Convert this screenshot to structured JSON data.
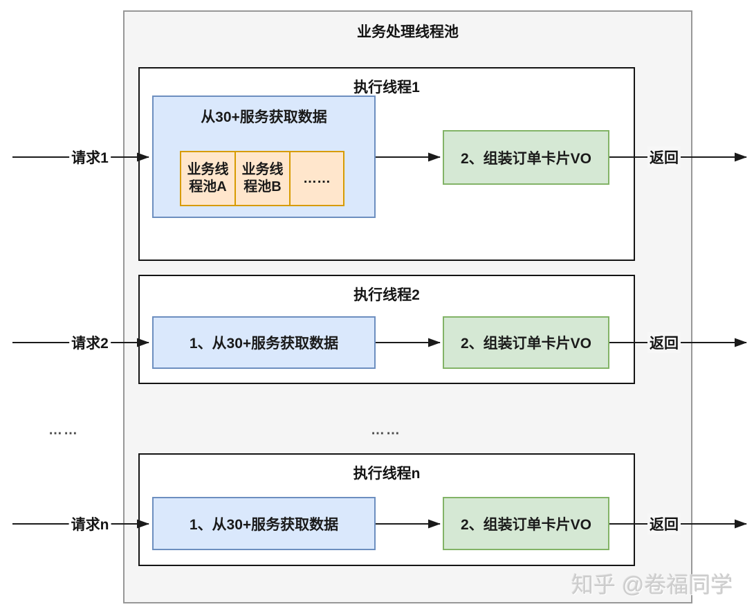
{
  "diagram": {
    "title": "业务处理线程池",
    "threads": [
      {
        "title": "执行线程1",
        "request_label": "请求1",
        "fetch_box": {
          "title": "从30+服务获取数据",
          "pools": [
            "业务线程池A",
            "业务线程池B",
            "……"
          ]
        },
        "assemble_label": "2、组装订单卡片VO",
        "return_label": "返回"
      },
      {
        "title": "执行线程2",
        "request_label": "请求2",
        "fetch_label": "1、从30+服务获取数据",
        "assemble_label": "2、组装订单卡片VO",
        "return_label": "返回"
      },
      {
        "title": "执行线程n",
        "request_label": "请求n",
        "fetch_label": "1、从30+服务获取数据",
        "assemble_label": "2、组装订单卡片VO",
        "return_label": "返回"
      }
    ],
    "ellipsis_left": "……",
    "ellipsis_center": "……",
    "watermark": "知乎 @卷福同学",
    "colors": {
      "container_fill": "#f5f5f5",
      "container_border": "#979797",
      "thread_box_border": "#141414",
      "fetch_fill": "#dae8fc",
      "fetch_border": "#6c8ebf",
      "assemble_fill": "#d5e8d4",
      "assemble_border": "#82b366",
      "pool_fill": "#ffe6cc",
      "pool_border": "#d79b00",
      "arrow": "#1a1a1a"
    }
  }
}
